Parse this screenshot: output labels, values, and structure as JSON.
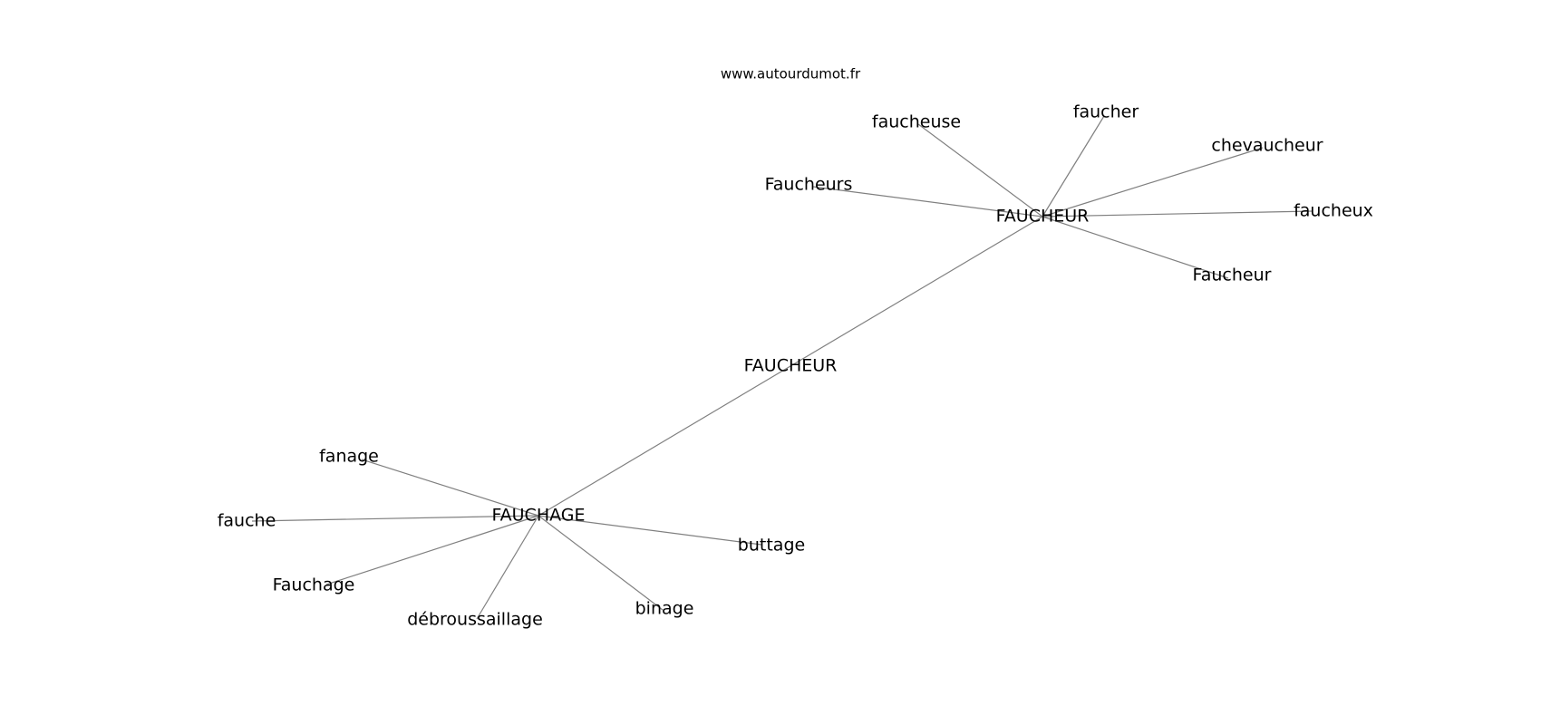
{
  "watermark": "www.autourdumot.fr",
  "colors": {
    "edge": "#808080",
    "text": "#000000",
    "background": "#ffffff"
  },
  "nodes": [
    {
      "id": "center",
      "label": "FAUCHEUR"
    },
    {
      "id": "hub-faucheur",
      "label": "FAUCHEUR"
    },
    {
      "id": "hub-fauchage",
      "label": "FAUCHAGE"
    },
    {
      "id": "faucheuse",
      "label": "faucheuse"
    },
    {
      "id": "faucher",
      "label": "faucher"
    },
    {
      "id": "chevaucheur",
      "label": "chevaucheur"
    },
    {
      "id": "faucheurs",
      "label": "Faucheurs"
    },
    {
      "id": "faucheux",
      "label": "faucheux"
    },
    {
      "id": "faucheur-cap",
      "label": "Faucheur"
    },
    {
      "id": "fanage",
      "label": "fanage"
    },
    {
      "id": "fauche",
      "label": "fauche"
    },
    {
      "id": "buttage",
      "label": "buttage"
    },
    {
      "id": "fauchage-cap",
      "label": "Fauchage"
    },
    {
      "id": "debroussaillage",
      "label": "débroussaillage"
    },
    {
      "id": "binage",
      "label": "binage"
    }
  ],
  "edges": [
    [
      "hub-faucheur",
      "hub-fauchage"
    ],
    [
      "hub-faucheur",
      "faucheuse"
    ],
    [
      "hub-faucheur",
      "faucher"
    ],
    [
      "hub-faucheur",
      "chevaucheur"
    ],
    [
      "hub-faucheur",
      "faucheurs"
    ],
    [
      "hub-faucheur",
      "faucheux"
    ],
    [
      "hub-faucheur",
      "faucheur-cap"
    ],
    [
      "hub-fauchage",
      "fanage"
    ],
    [
      "hub-fauchage",
      "fauche"
    ],
    [
      "hub-fauchage",
      "buttage"
    ],
    [
      "hub-fauchage",
      "fauchage-cap"
    ],
    [
      "hub-fauchage",
      "debroussaillage"
    ],
    [
      "hub-fauchage",
      "binage"
    ]
  ]
}
